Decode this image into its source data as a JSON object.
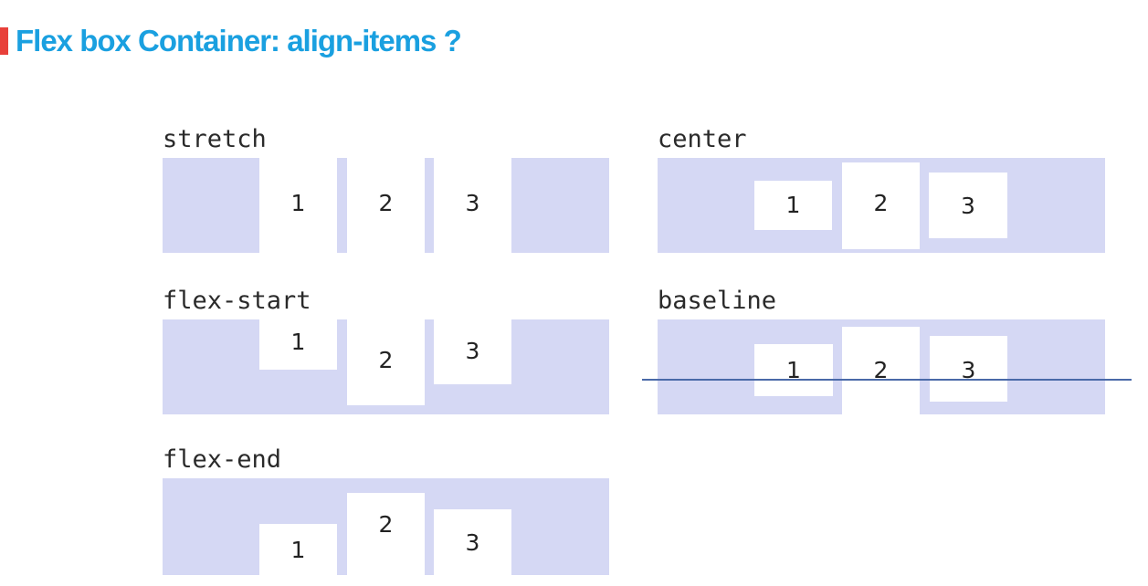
{
  "slide": {
    "title": "Flex box Container: align-items ?"
  },
  "diagrams": {
    "stretch": {
      "label": "stretch",
      "items": [
        "1",
        "2",
        "3"
      ]
    },
    "center": {
      "label": "center",
      "items": [
        "1",
        "2",
        "3"
      ]
    },
    "flex_start": {
      "label": "flex-start",
      "items": [
        "1",
        "2",
        "3"
      ]
    },
    "baseline": {
      "label": "baseline",
      "items": [
        "1",
        "2",
        "3"
      ]
    },
    "flex_end": {
      "label": "flex-end",
      "items": [
        "1",
        "2",
        "3"
      ]
    }
  },
  "colors": {
    "container": "#d5d8f4",
    "item": "#ffffff",
    "title": "#1aa0e0",
    "accent_bar": "#e8403a",
    "baseline_line": "#4a6aa8"
  }
}
